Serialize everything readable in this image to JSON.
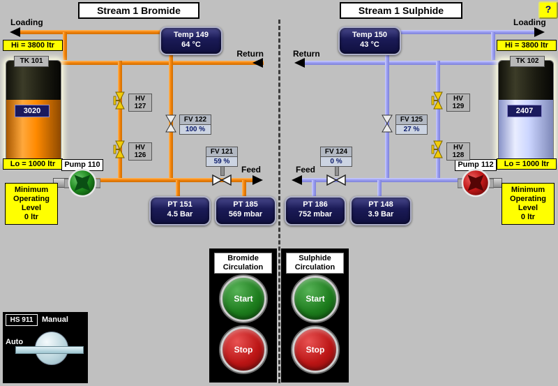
{
  "window": {
    "help": "?"
  },
  "left": {
    "title": "Stream 1 Bromide",
    "loading": "Loading",
    "return": "Return",
    "feed": "Feed",
    "hi": "Hi = 3800 ltr",
    "lo": "Lo = 1000 ltr",
    "tank": {
      "name": "TK 101",
      "level": "3020"
    },
    "min_level": {
      "l1": "Minimum",
      "l2": "Operating",
      "l3": "Level",
      "l4": "0  ltr"
    },
    "pump": "Pump 110",
    "temp": {
      "name": "Temp 149",
      "value": "64 °C"
    },
    "hv_upper": "HV 127",
    "hv_lower": "HV 126",
    "fv_main": {
      "name": "FV 122",
      "value": "100 %"
    },
    "fv_feed": {
      "name": "FV 121",
      "value": "59 %"
    },
    "pt_a": {
      "name": "PT 151",
      "value": "4.5 Bar"
    },
    "pt_b": {
      "name": "PT 185",
      "value": "569 mbar"
    }
  },
  "right": {
    "title": "Stream 1 Sulphide",
    "loading": "Loading",
    "return": "Return",
    "feed": "Feed",
    "hi": "Hi = 3800 ltr",
    "lo": "Lo = 1000 ltr",
    "tank": {
      "name": "TK 102",
      "level": "2407"
    },
    "min_level": {
      "l1": "Minimum",
      "l2": "Operating",
      "l3": "Level",
      "l4": "0  ltr"
    },
    "pump": "Pump 112",
    "temp": {
      "name": "Temp 150",
      "value": "43 °C"
    },
    "hv_upper": "HV 129",
    "hv_lower": "HV 128",
    "fv_main": {
      "name": "FV 125",
      "value": "27 %"
    },
    "fv_feed": {
      "name": "FV 124",
      "value": "0 %"
    },
    "pt_a": {
      "name": "PT 186",
      "value": "752 mbar"
    },
    "pt_b": {
      "name": "PT 148",
      "value": "3.9 Bar"
    }
  },
  "panels": [
    {
      "line1": "Bromide",
      "line2": "Circulation",
      "start": "Start",
      "stop": "Stop"
    },
    {
      "line1": "Sulphide",
      "line2": "Circulation",
      "start": "Start",
      "stop": "Stop"
    }
  ],
  "hand_switch": {
    "name": "HS 911",
    "manual": "Manual",
    "auto": "Auto"
  },
  "colors": {
    "bromide_pipe": "#f5830a",
    "sulphide_pipe": "#9b9ef2",
    "alarm_label": "#ffff00",
    "display_bg": "#1b1b57"
  }
}
